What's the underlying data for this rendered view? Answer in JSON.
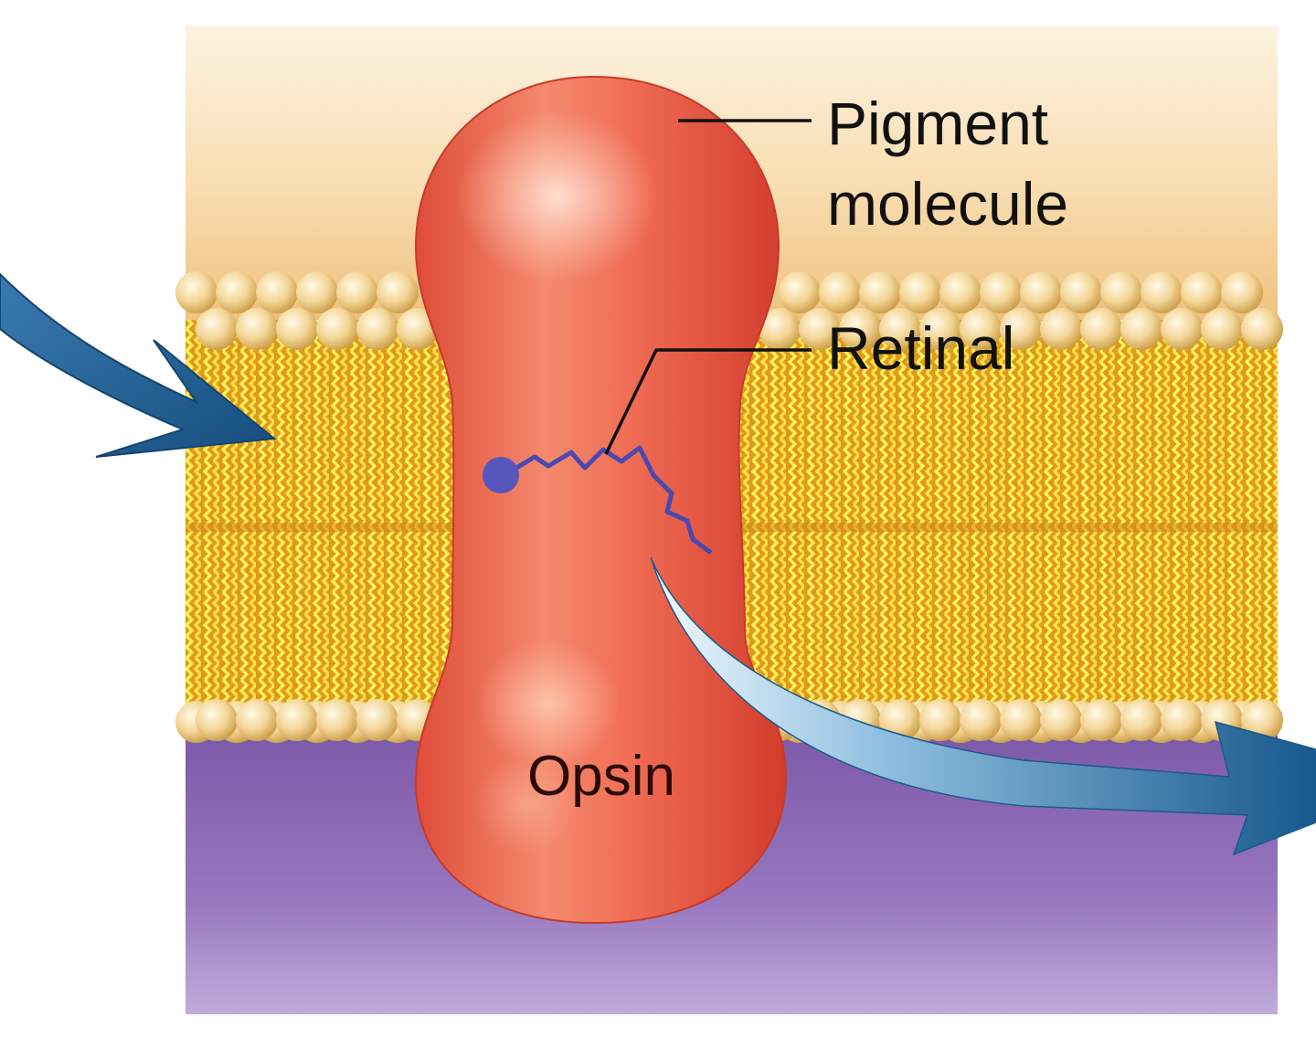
{
  "labels": {
    "pigment_line1": "Pigment",
    "pigment_line2": "molecule",
    "retinal": "Retinal",
    "opsin": "Opsin"
  },
  "colors": {
    "background": "#ffffff",
    "extracellular_top": "#fdf0da",
    "extracellular_bottom": "#f1c88c",
    "membrane_core": "#e4a324",
    "tail_highlight": "#fff05a",
    "head_bead": "#f6dca0",
    "cytoplasm": "#8c6bb4",
    "cytoplasm_light": "#b9a0d3",
    "opsin_body": "#e8604a",
    "opsin_highlight": "#fbc0a8",
    "retinal": "#5050b4",
    "arrow": "#1e5b8c",
    "arrow_light": "#dceef8",
    "label_text": "#111111",
    "opsin_text": "#2a0a06"
  },
  "icons": {
    "incoming_light": "incoming-light-arrow-icon",
    "outgoing_signal": "outgoing-arrow-icon"
  }
}
